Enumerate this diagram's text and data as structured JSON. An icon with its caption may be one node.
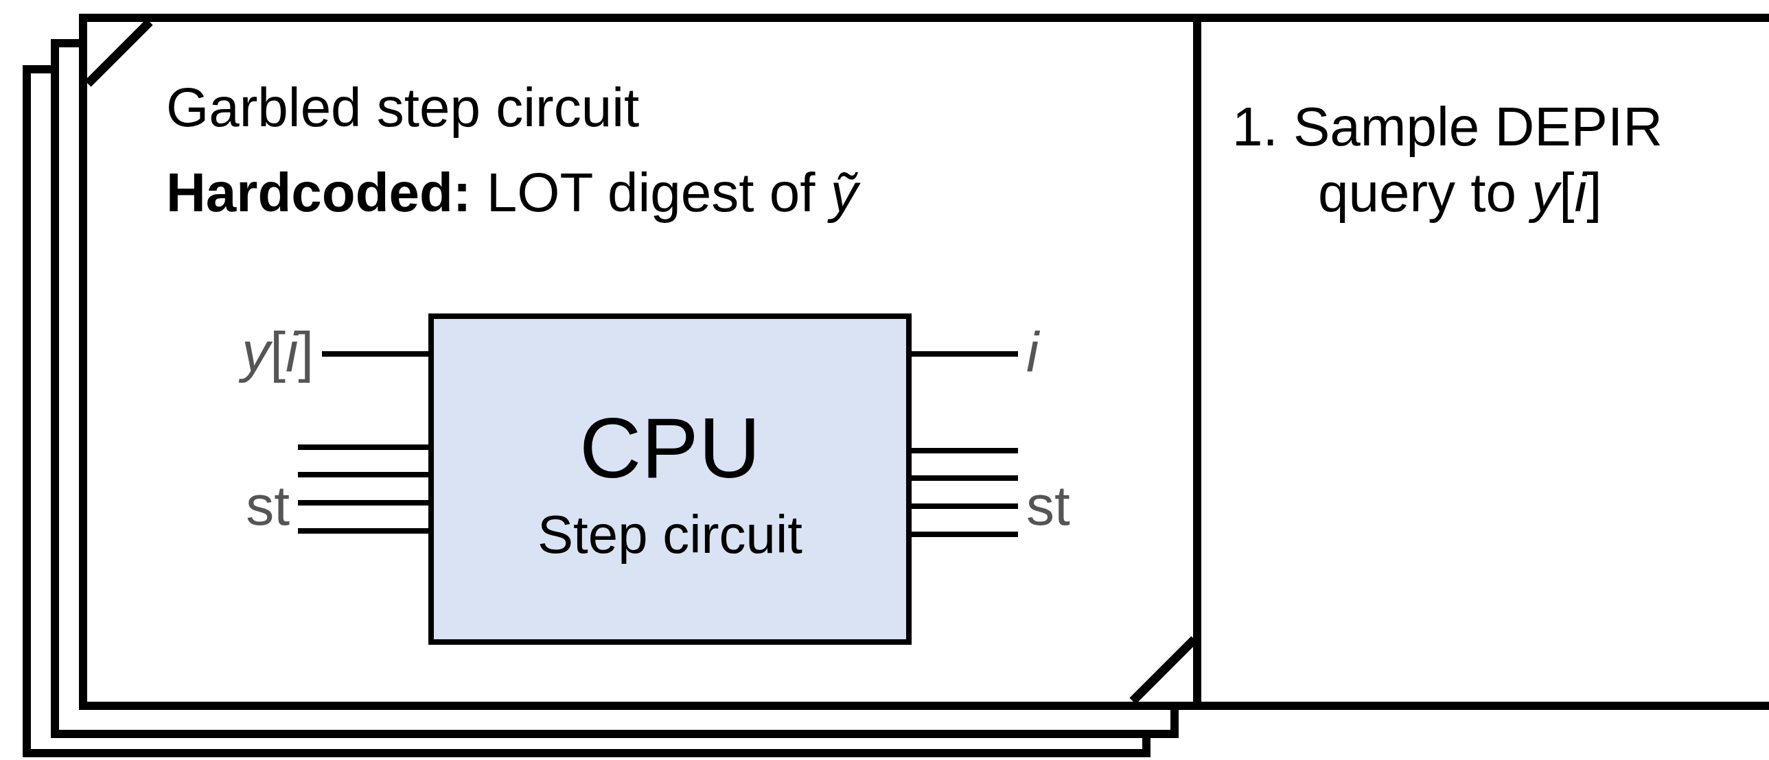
{
  "diagram": {
    "nodes": [
      {
        "text": [
          "Garbled step circuit",
          "**Hardcoded:** LOT digest of *ỹ*"
        ]
      },
      {
        "text": [
          "CPU",
          "Step circuit"
        ],
        "in": 0
      },
      {
        "text": [
          "*y*[*i*]"
        ],
        "in": 0
      },
      {
        "text": [
          "st"
        ],
        "in": 0
      },
      {
        "text": [
          "*i*"
        ],
        "in": 0
      },
      {
        "text": [
          "st"
        ],
        "in": 0
      },
      {
        "text": [
          "1. Sample DEPIR query to *y*[*i*]"
        ]
      }
    ],
    "edges": [
      {
        "from": 2,
        "to": 1,
        "arrow": "none"
      },
      {
        "from": 3,
        "to": 1,
        "arrow": "none"
      },
      {
        "from": 3,
        "to": 1,
        "arrow": "none"
      },
      {
        "from": 3,
        "to": 1,
        "arrow": "none"
      },
      {
        "from": 3,
        "to": 1,
        "arrow": "none"
      },
      {
        "from": 1,
        "to": 4,
        "arrow": "none"
      },
      {
        "from": 1,
        "to": 5,
        "arrow": "none"
      },
      {
        "from": 1,
        "to": 5,
        "arrow": "none"
      },
      {
        "from": 1,
        "to": 5,
        "arrow": "none"
      },
      {
        "from": 1,
        "to": 5,
        "arrow": "none"
      }
    ]
  }
}
